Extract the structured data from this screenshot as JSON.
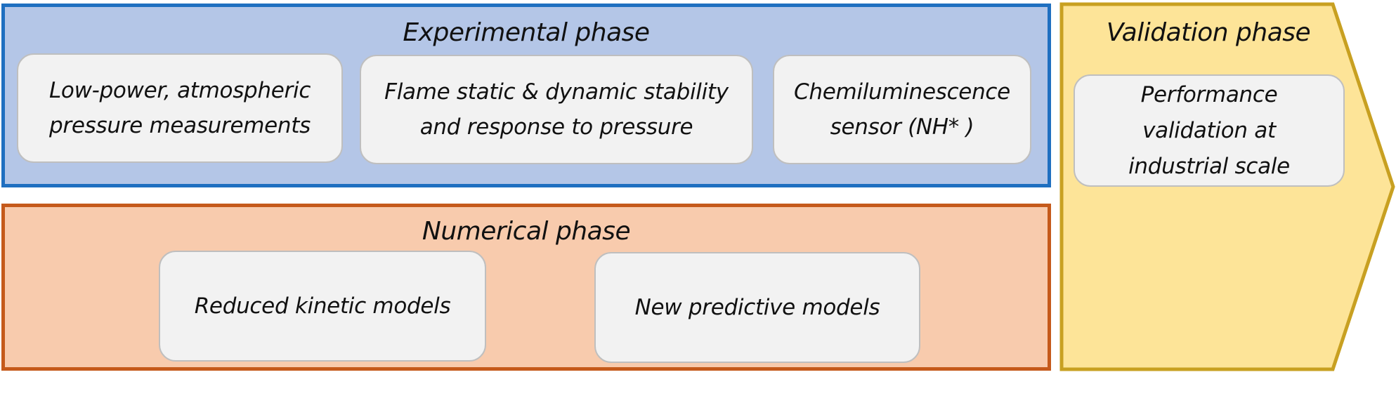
{
  "experimental_phase": {
    "title": "Experimental phase",
    "boxes": [
      "Low-power, atmospheric\npressure measurements",
      "Flame static & dynamic stability\nand response to pressure",
      "Chemiluminescence\nsensor (NH* )"
    ]
  },
  "numerical_phase": {
    "title": "Numerical phase",
    "boxes": [
      "Reduced kinetic models",
      "New predictive models"
    ]
  },
  "validation_phase": {
    "title": "Validation phase",
    "box": "Performance\nvalidation at\nindustrial scale"
  },
  "colors": {
    "experimental_fill": "#b4c6e7",
    "experimental_border": "#1f6fc0",
    "numerical_fill": "#f8cbad",
    "numerical_border": "#c55a1b",
    "validation_fill": "#fde498",
    "validation_border": "#c8a021",
    "box_fill": "#f2f2f2"
  }
}
